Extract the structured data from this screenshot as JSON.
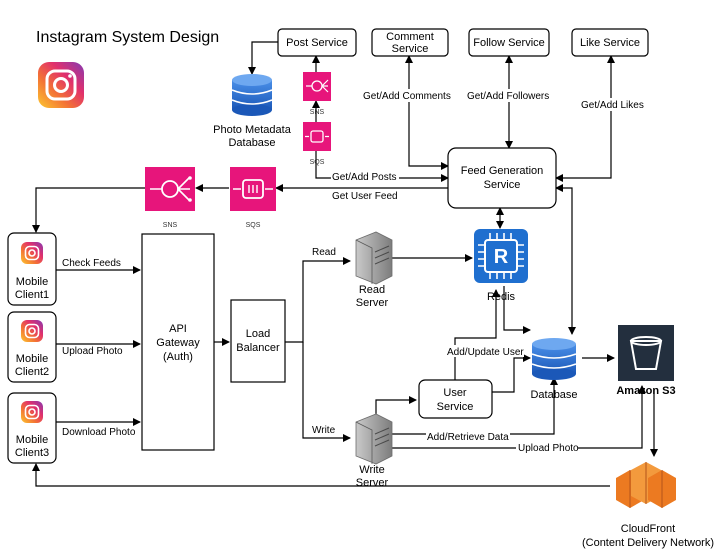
{
  "title": "Instagram System Design",
  "services": {
    "post": "Post Service",
    "comment": [
      "Comment",
      "Service"
    ],
    "follow": "Follow Service",
    "like": "Like Service",
    "feed": [
      "Feed Generation",
      "Service"
    ],
    "user": [
      "User",
      "Service"
    ]
  },
  "nodes": {
    "photo_db": [
      "Photo Metadata",
      "Database"
    ],
    "api": [
      "API",
      "Gateway",
      "(Auth)"
    ],
    "lb": [
      "Load",
      "Balancer"
    ],
    "read_server": [
      "Read",
      "Server"
    ],
    "write_server": [
      "Write",
      "Server"
    ],
    "redis": "Redis",
    "database": "Database",
    "s3": "Amazon S3",
    "cloudfront": [
      "CloudFront",
      "(Content Delivery Network)"
    ],
    "sns_small": "SNS",
    "sqs_small": "SQS",
    "sns": "SNS",
    "sqs": "SQS",
    "redis_glyph": "R"
  },
  "clients": [
    [
      "Mobile",
      "Client1"
    ],
    [
      "Mobile",
      "Client2"
    ],
    [
      "Mobile",
      "Client3"
    ]
  ],
  "edges": {
    "get_add_comments": "Get/Add Comments",
    "get_add_followers": "Get/Add Followers",
    "get_add_likes": "Get/Add Likes",
    "get_add_posts": "Get/Add Posts",
    "get_user_feed": "Get User Feed",
    "check_feeds": "Check Feeds",
    "upload_photo": "Upload Photo",
    "download_photo": "Download Photo",
    "read": "Read",
    "write": "Write",
    "add_update_user": "Add/Update User",
    "add_retrieve_data": "Add/Retrieve Data",
    "upload_photo_s3": "Upload Photo"
  },
  "colors": {
    "messaging": "#e7157b",
    "redis": "#1f6fcf",
    "database": "#2e73d6",
    "s3": "#232f3e",
    "cloudfront": "#ec7a21",
    "server": "#9a9a9a"
  }
}
